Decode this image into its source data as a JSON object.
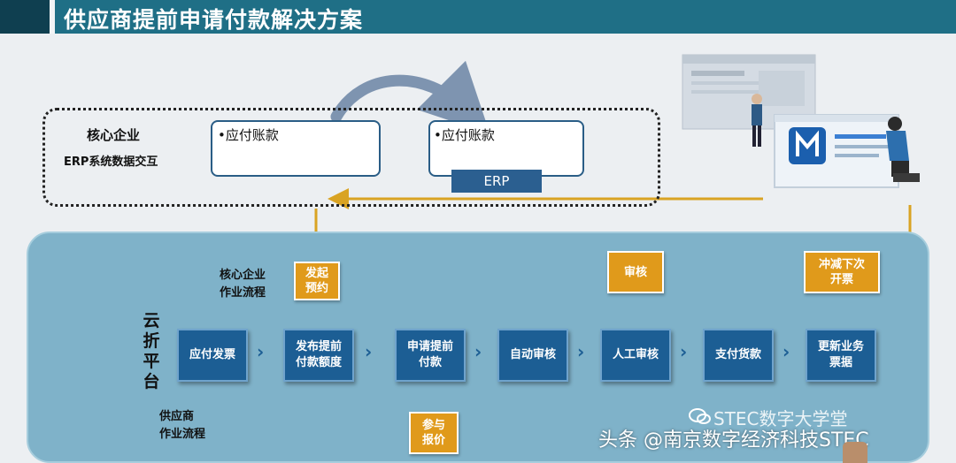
{
  "title": "供应商提前申请付款解决方案",
  "core": {
    "title": "核心企业",
    "subtitle": "ERP系统数据交互",
    "box_left_text": "•应付账款",
    "box_right_text": "•应付账款",
    "erp_label": "ERP"
  },
  "platform": {
    "label": "云折平台",
    "core_flow_label": "核心企业\n作业流程",
    "supplier_flow_label": "供应商\n作业流程",
    "steps": [
      "应付发票",
      "发布提前\n付款额度",
      "申请提前\n付款",
      "自动审核",
      "人工审核",
      "支付货款",
      "更新业务\n票据"
    ],
    "triggers": {
      "publish": "发起\n预约",
      "audit": "审核",
      "offset": "冲减下次\n开票",
      "quote": "参与\n报价"
    }
  },
  "watermark": {
    "line1": "STEC数字大学堂",
    "line2": "头条 @南京数字经济科技STEC"
  },
  "icons": [
    "logo-icon",
    "person-icon",
    "wechat-icon"
  ],
  "colors": {
    "header": "#1f6f86",
    "step": "#1c5e94",
    "trigger": "#e09a1b",
    "connector": "#d9a323",
    "platform": "#7fb2c9"
  }
}
